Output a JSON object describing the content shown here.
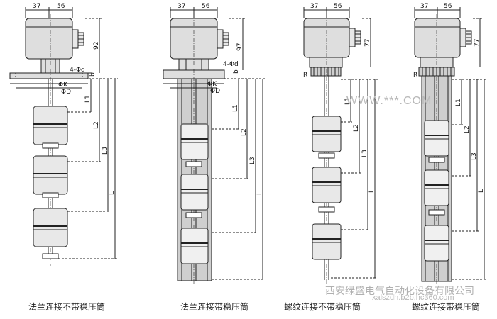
{
  "dimensions": {
    "w37": "37",
    "w56": "56",
    "h92": "92",
    "h97": "97",
    "h77": "77",
    "holes": "4-Φd",
    "phi_k": "ΦK",
    "phi_d": "ΦD",
    "b": "b",
    "r": "R",
    "l1": "L1",
    "l2": "L2",
    "l3": "L3",
    "l": "L"
  },
  "captions": {
    "fig1": "法兰连接不带稳压筒",
    "fig2": "法兰连接带稳压筒",
    "fig3": "螺纹连接不带稳压筒",
    "fig4": "螺纹连接带稳压筒"
  },
  "watermark": {
    "url": "WWW.***.COM",
    "company": "西安绿盛电气自动化设备有限公司",
    "domain": "xalszdh.b2b.hc360.com"
  },
  "colors": {
    "line": "#222222",
    "body_fill": "#dedede",
    "tube_fill": "#cfcfcf",
    "float_fill": "#e8e8e8",
    "watermark": "#aaaaaa"
  }
}
